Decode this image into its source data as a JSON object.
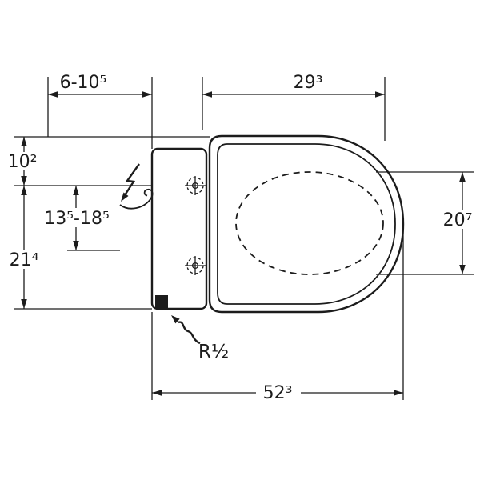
{
  "drawing": {
    "title": "Toilet top view dimensional drawing",
    "colors": {
      "line": "#1c1c1c",
      "background": "#ffffff"
    },
    "labels": {
      "dim_wall_offset": "6-10⁵",
      "dim_top_width": "29³",
      "dim_left_upper": "10²",
      "dim_left_range": "13⁵-18⁵",
      "dim_left_lower": "21⁴",
      "dim_bowl_height": "20⁷",
      "dim_total_depth": "52³",
      "water_connection": "R½"
    },
    "icons": {
      "power": "lightning-bolt-icon",
      "water": "wavy-arrow-icon"
    }
  }
}
